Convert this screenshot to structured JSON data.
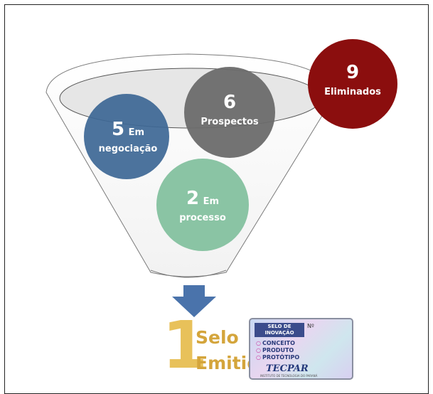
{
  "funnel": {
    "prospectos": {
      "count": "6",
      "label": "Prospectos",
      "color": "#6b6b6b"
    },
    "negociacao": {
      "count": "5",
      "label_top": "Em",
      "label_bottom": "negociação",
      "color": "#3d6795"
    },
    "processo": {
      "count": "2",
      "label_top": "Em",
      "label_bottom": "processo",
      "color": "#80bf9c"
    },
    "eliminados": {
      "count": "9",
      "label": "Eliminados",
      "color": "#8b0e0e"
    }
  },
  "result": {
    "count": "1",
    "line1": "Selo",
    "line2": "Emitido",
    "arrow_color": "#4a73ab"
  },
  "seal": {
    "header": "SELO DE INOVAÇÃO",
    "number_label": "Nº",
    "items": [
      "CONCEITO",
      "PRODUTO",
      "PROTÓTIPO"
    ],
    "brand": "TECPAR",
    "tagline": "INSTITUTO DE TECNOLOGIA DO PARANÁ"
  }
}
